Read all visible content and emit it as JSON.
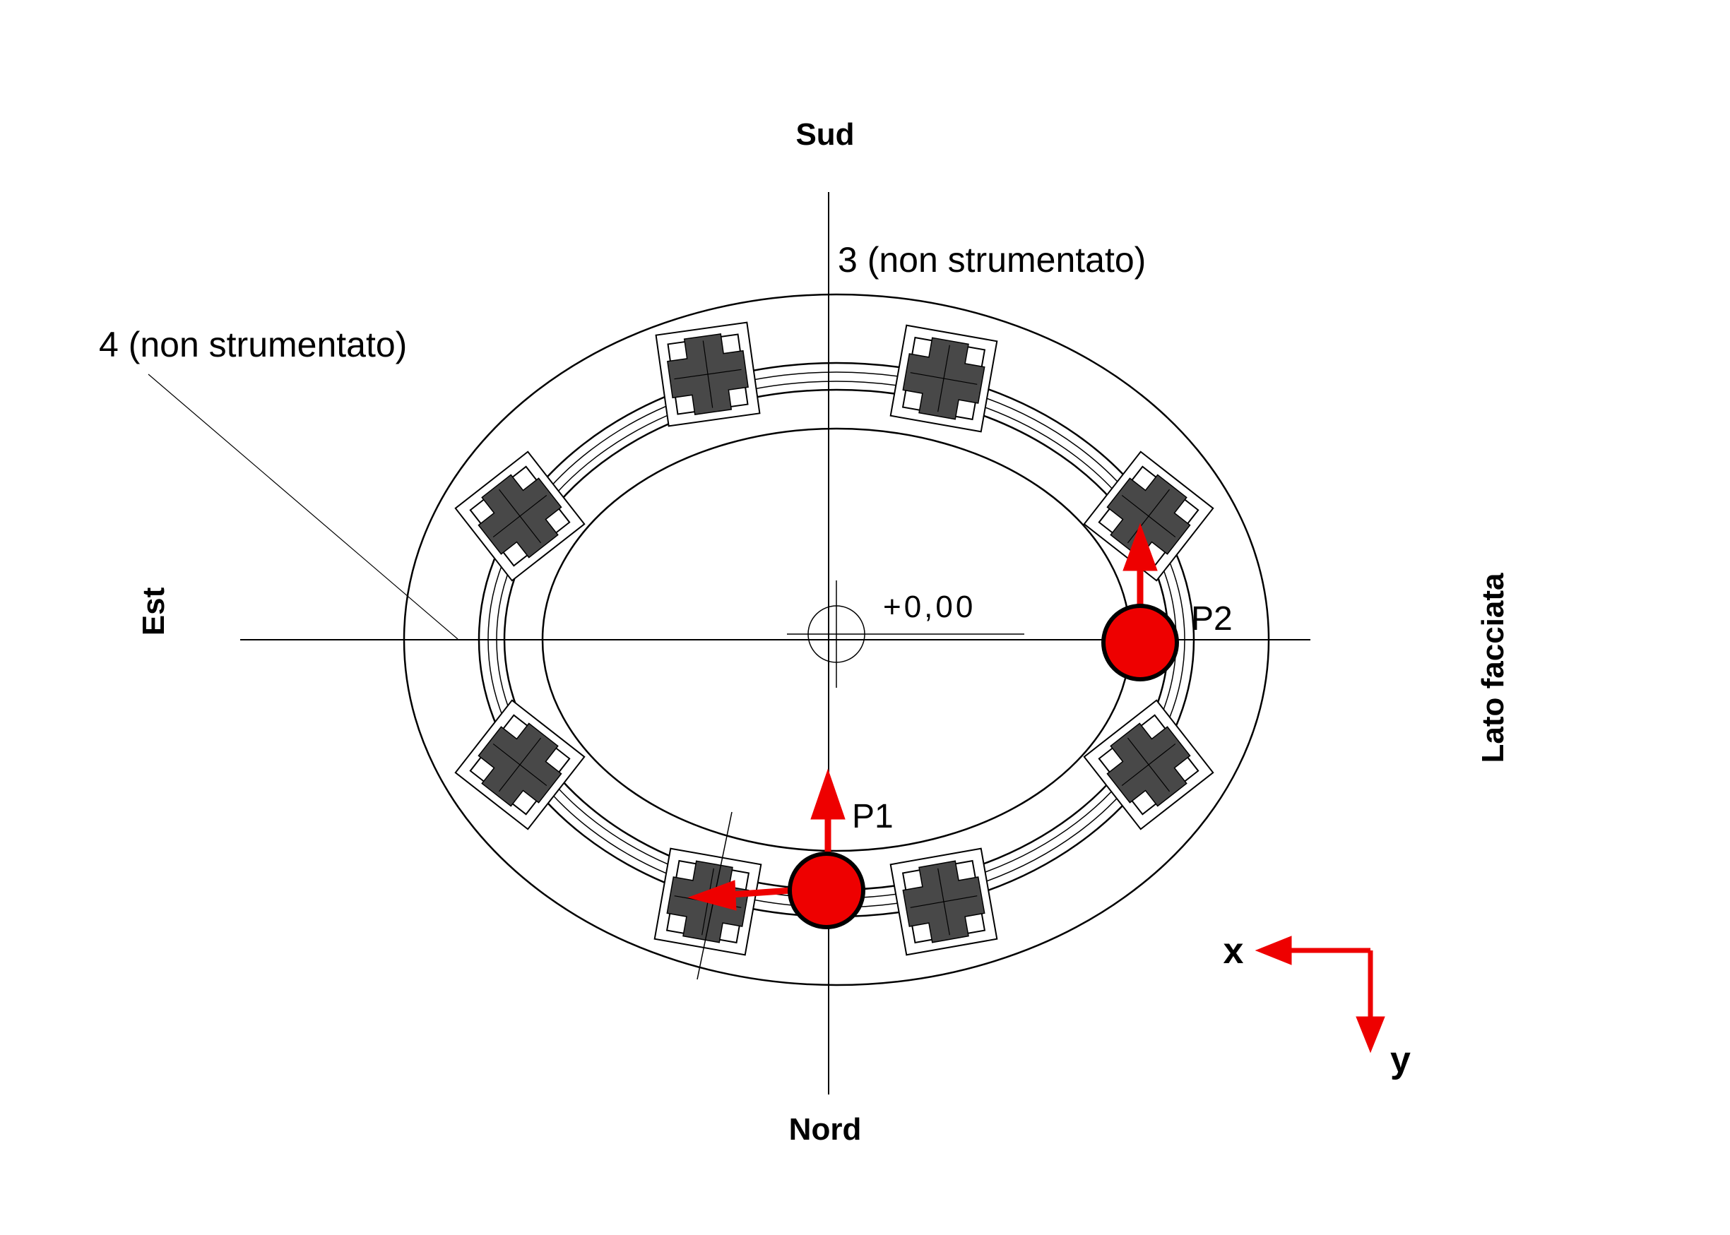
{
  "compass": {
    "south": "Sud",
    "north": "Nord",
    "east": "Est",
    "facade": "Lato facciata"
  },
  "callouts": {
    "column3": "3 (non strumentato)",
    "column4": "4 (non strumentato)"
  },
  "level": "+0,00",
  "points": [
    {
      "label": "P1"
    },
    {
      "label": "P2"
    }
  ],
  "axes": {
    "x": "x",
    "y": "y"
  },
  "colors": {
    "sensor": "#ee0000",
    "arrow": "#ee0000",
    "pier": "#484848",
    "line": "#000000"
  }
}
